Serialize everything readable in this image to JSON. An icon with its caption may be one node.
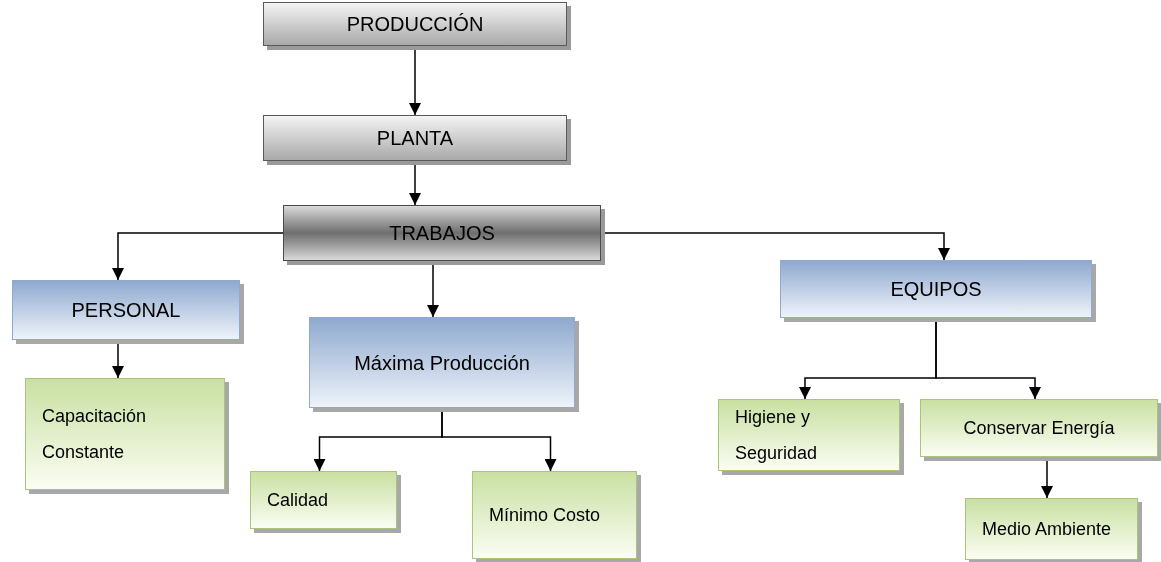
{
  "diagram": {
    "nodes": [
      {
        "text": [
          "PRODUCCIÓN"
        ]
      },
      {
        "text": [
          "PLANTA"
        ]
      },
      {
        "text": [
          "TRABAJOS"
        ]
      },
      {
        "text": [
          "PERSONAL"
        ]
      },
      {
        "text": [
          "Máxima Producción"
        ]
      },
      {
        "text": [
          "EQUIPOS"
        ]
      },
      {
        "text": [
          "Capacitación Constante"
        ]
      },
      {
        "text": [
          "Calidad"
        ]
      },
      {
        "text": [
          "Mínimo Costo"
        ]
      },
      {
        "text": [
          "Higiene y Seguridad"
        ]
      },
      {
        "text": [
          "Conservar Energía"
        ]
      },
      {
        "text": [
          "Medio Ambiente"
        ]
      }
    ],
    "edges": [
      {
        "from": 0,
        "to": 1,
        "arrow": "to"
      },
      {
        "from": 1,
        "to": 2,
        "arrow": "to"
      },
      {
        "from": 2,
        "to": 3,
        "arrow": "to"
      },
      {
        "from": 2,
        "to": 4,
        "arrow": "to"
      },
      {
        "from": 2,
        "to": 5,
        "arrow": "to"
      },
      {
        "from": 3,
        "to": 6,
        "arrow": "to"
      },
      {
        "from": 4,
        "to": 7,
        "arrow": "to"
      },
      {
        "from": 4,
        "to": 8,
        "arrow": "to"
      },
      {
        "from": 5,
        "to": 9,
        "arrow": "to"
      },
      {
        "from": 5,
        "to": 10,
        "arrow": "to"
      },
      {
        "from": 10,
        "to": 11,
        "arrow": "to"
      }
    ]
  }
}
